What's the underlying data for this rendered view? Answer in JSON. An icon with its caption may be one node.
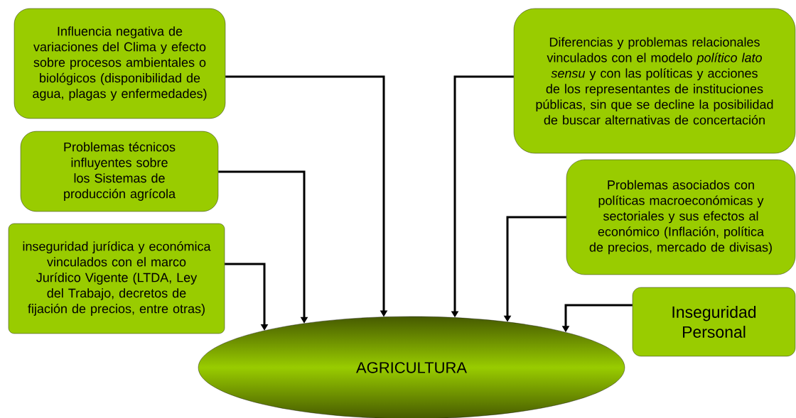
{
  "diagram": {
    "nodes": [
      {
        "text": [
          "Influencia negativa de variaciones  del Clima y efecto sobre procesos ambientales o biológicos (disponibilidad de agua, plagas y enfermedades)"
        ]
      },
      {
        "text": [
          "Problemas técnicos influyentes sobre los Sistemas de producción agrícola"
        ]
      },
      {
        "text": [
          "inseguridad jurídica y económica vinculados con el marco Jurídico Vigente (LTDA, Ley del Trabajo, decretos de fijación de precios, entre otras)"
        ]
      },
      {
        "text": [
          "Diferencias y problemas relacionales vinculados con el modelo *político lato sensu* y con las políticas y acciones de los representantes de instituciones públicas, sin que se decline la posibilidad de buscar alternativas de concertación"
        ]
      },
      {
        "text": [
          "Problemas asociados con políticas macroeconómicas y sectoriales y sus efectos al económico (Inflación, política de precios, mercado de divisas)"
        ]
      },
      {
        "text": [
          "Inseguridad Personal"
        ]
      },
      {
        "text": [
          "AGRICULTURA"
        ]
      }
    ],
    "edges": [
      {
        "from": 0,
        "to": 6,
        "arrow": "to"
      },
      {
        "from": 1,
        "to": 6,
        "arrow": "to"
      },
      {
        "from": 2,
        "to": 6,
        "arrow": "to"
      },
      {
        "from": 3,
        "to": 6,
        "arrow": "to"
      },
      {
        "from": 4,
        "to": 6,
        "arrow": "to"
      },
      {
        "from": 5,
        "to": 6,
        "arrow": "to"
      }
    ]
  }
}
